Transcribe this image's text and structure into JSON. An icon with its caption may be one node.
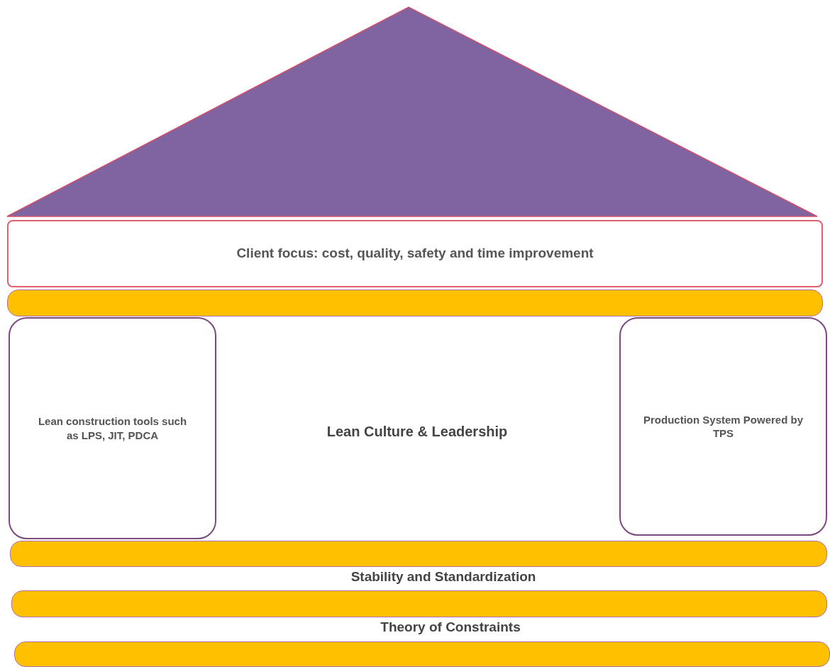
{
  "diagram": {
    "nodes": [
      {
        "text": [],
        "shape": "triangle"
      },
      {
        "text": [
          "Client focus: cost, quality, safety and time improvement"
        ]
      },
      {
        "text": [],
        "shape": "bar"
      },
      {
        "text": [
          "Lean construction tools such as LPS, JIT, PDCA"
        ]
      },
      {
        "text": [
          "Production System Powered by TPS"
        ]
      },
      {
        "text": [],
        "shape": "bar"
      },
      {
        "text": [],
        "shape": "bar"
      },
      {
        "text": [],
        "shape": "bar"
      }
    ],
    "labels": [
      "Lean Culture & Leadership",
      "Stability and Standardization",
      "Theory of Constraints"
    ]
  }
}
